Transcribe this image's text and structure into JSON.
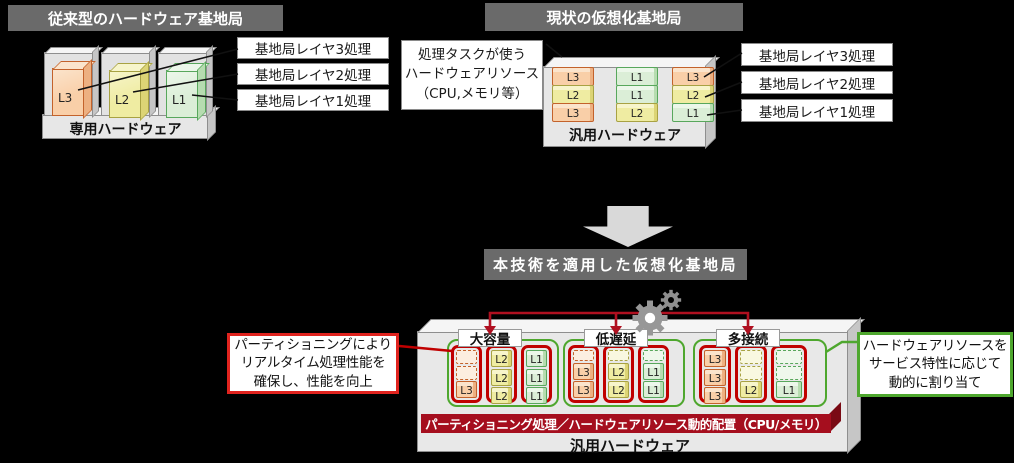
{
  "colors": {
    "background": "#000000",
    "header_bg": "#6A6A6A",
    "partition_red": "#C00000",
    "callout_red": "#E0231E",
    "allocation_green": "#4EA72E",
    "banner_red": "#A50E1E",
    "orange_cell": "#F9CFA8",
    "yellow_cell": "#EFECA2",
    "green_cell": "#DBEED7",
    "platform_gray": "#E8E8E8"
  },
  "icons": {
    "gear": "⚙",
    "down_arrow": "⬇"
  },
  "headers": {
    "legacy": "従来型のハードウェア基地局",
    "current": "現状の仮想化基地局",
    "proposed": "本技術を適用した仮想化基地局"
  },
  "layer_labels": [
    "基地局レイヤ3処理",
    "基地局レイヤ2処理",
    "基地局レイヤ1処理"
  ],
  "legacy_section": {
    "hardware_label": "専用ハードウェア",
    "boxes": [
      {
        "label": "L3"
      },
      {
        "label": "L2"
      },
      {
        "label": "L1"
      }
    ]
  },
  "resource_note": {
    "lines": [
      "処理タスクが使う",
      "ハードウェアリソース",
      "（CPU,メモリ等）"
    ]
  },
  "current_section": {
    "hardware_label": "汎用ハードウェア",
    "stacks": [
      {
        "cells": [
          "L3",
          "L2",
          "L3"
        ]
      },
      {
        "cells": [
          "L1",
          "L1",
          "L2"
        ]
      },
      {
        "cells": [
          "L3",
          "L2",
          "L1"
        ]
      }
    ]
  },
  "proposed_section": {
    "groups": [
      {
        "name": "大容量",
        "columns": [
          {
            "color": "orange",
            "cells": [
              {
                "empty": true
              },
              {
                "empty": true
              },
              {
                "label": "L3"
              }
            ]
          },
          {
            "color": "yellow",
            "cells": [
              {
                "label": "L2"
              },
              {
                "label": "L2"
              },
              {
                "label": "L2"
              }
            ]
          },
          {
            "color": "green",
            "cells": [
              {
                "label": "L1"
              },
              {
                "label": "L1"
              },
              {
                "label": "L1"
              }
            ]
          }
        ]
      },
      {
        "name": "低遅延",
        "columns": [
          {
            "color": "orange",
            "cells": [
              {
                "empty": true
              },
              {
                "label": "L3"
              },
              {
                "label": "L3"
              }
            ]
          },
          {
            "color": "yellow",
            "cells": [
              {
                "empty": true
              },
              {
                "label": "L2"
              },
              {
                "label": "L2"
              }
            ]
          },
          {
            "color": "green",
            "cells": [
              {
                "empty": true
              },
              {
                "label": "L1"
              },
              {
                "label": "L1"
              }
            ]
          }
        ]
      },
      {
        "name": "多接続",
        "columns": [
          {
            "color": "orange",
            "cells": [
              {
                "label": "L3"
              },
              {
                "label": "L3"
              },
              {
                "label": "L3"
              }
            ]
          },
          {
            "color": "yellow",
            "cells": [
              {
                "empty": true
              },
              {
                "empty": true
              },
              {
                "label": "L2"
              }
            ]
          },
          {
            "color": "green",
            "cells": [
              {
                "empty": true
              },
              {
                "empty": true
              },
              {
                "label": "L1"
              }
            ]
          }
        ]
      }
    ],
    "banner": "パーティショニング処理／ハードウェアリソース動的配置（CPU/メモリ）",
    "hardware_label": "汎用ハードウェア"
  },
  "callouts": {
    "left": {
      "lines": [
        "パーティショニングにより",
        "リアルタイム処理性能を",
        "確保し、性能を向上"
      ]
    },
    "right": {
      "lines": [
        "ハードウェアリソースを",
        "サービス特性に応じて",
        "動的に割り当て"
      ]
    }
  }
}
